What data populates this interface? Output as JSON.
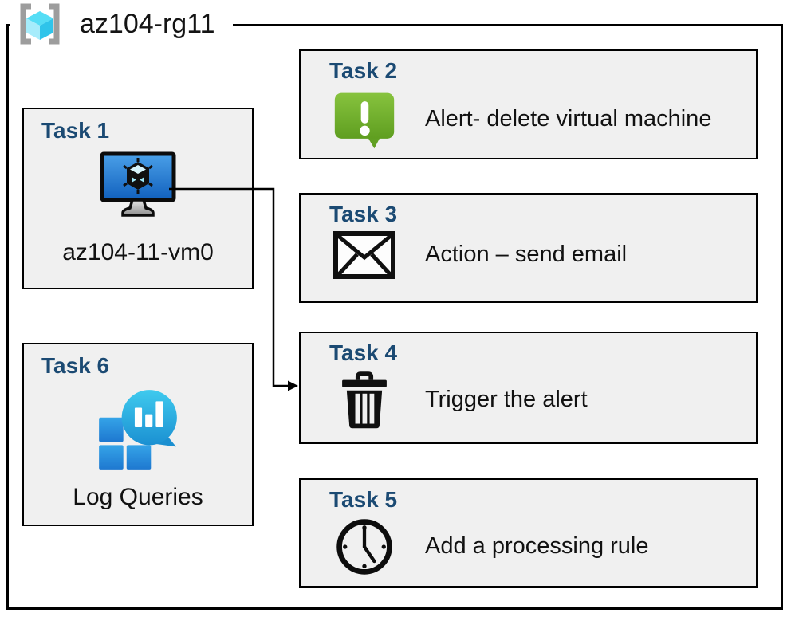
{
  "diagram": {
    "title": "az104-rg11",
    "title_icon": "resource-group-icon"
  },
  "tasks": [
    {
      "title": "Task 1",
      "label": "az104-11-vm0",
      "icon": "virtual-machine-icon"
    },
    {
      "title": "Task 2",
      "label": "Alert- delete virtual machine",
      "icon": "alert-message-icon"
    },
    {
      "title": "Task 3",
      "label": "Action – send email",
      "icon": "email-envelope-icon"
    },
    {
      "title": "Task 4",
      "label": "Trigger the alert",
      "icon": "trash-can-icon"
    },
    {
      "title": "Task 5",
      "label": "Add a processing rule",
      "icon": "clock-icon"
    },
    {
      "title": "Task 6",
      "label": "Log Queries",
      "icon": "log-analytics-icon"
    }
  ],
  "connector": {
    "from": "task-1-virtual-machine",
    "to": "task-4"
  },
  "colors": {
    "task_title_blue": "#1b4a73",
    "box_fill": "#f0f0f0",
    "box_border": "#000000",
    "alert_green_top": "#87c33e",
    "alert_green_bottom": "#5f9e20",
    "vm_screen_blue_top": "#4aa0e8",
    "vm_screen_blue_bottom": "#1160bd",
    "log_bubble_teal_top": "#3fcaee",
    "log_bubble_teal_bottom": "#1b90d2",
    "log_square_blue": "#2d8fe2",
    "rg_cube_cyan": "#55ddf5",
    "rg_bracket_gray": "#9d9d9d"
  }
}
